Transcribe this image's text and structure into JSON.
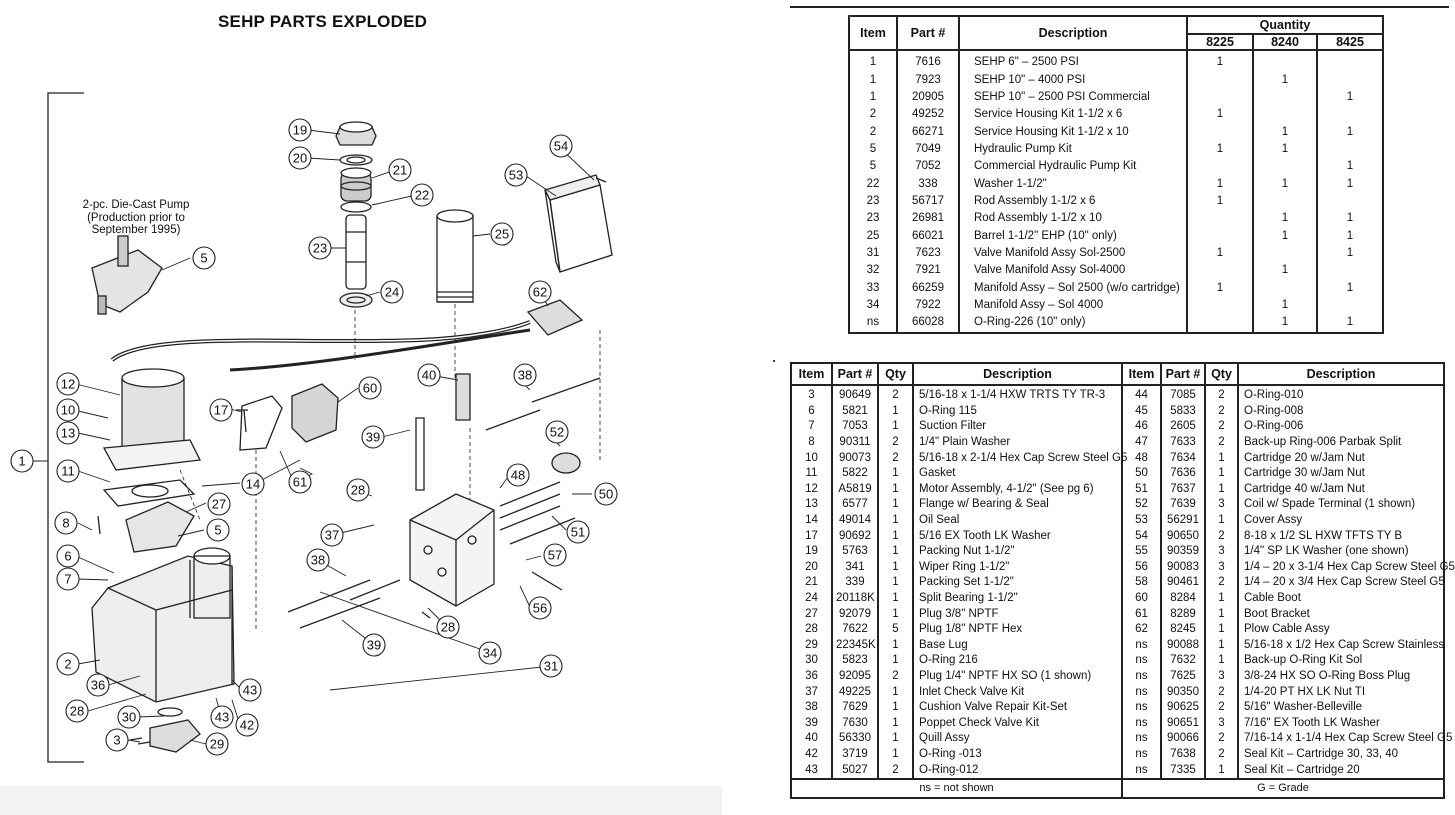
{
  "diagram": {
    "title": "SEHP PARTS EXPLODED",
    "note_lines": [
      "2-pc. Die-Cast Pump",
      "(Production prior to",
      "September 1995)"
    ],
    "callouts": [
      "19",
      "20",
      "21",
      "22",
      "23",
      "24",
      "25",
      "53",
      "54",
      "5",
      "62",
      "1",
      "12",
      "10",
      "13",
      "11",
      "14",
      "17",
      "60",
      "39",
      "40",
      "38",
      "52",
      "48",
      "50",
      "51",
      "27",
      "5",
      "8",
      "6",
      "7",
      "2",
      "36",
      "28",
      "30",
      "3",
      "29",
      "42",
      "43",
      "43",
      "28",
      "37",
      "38",
      "39",
      "57",
      "56",
      "28",
      "34",
      "31",
      "61"
    ]
  },
  "quantity_table": {
    "headers": {
      "item": "Item",
      "part": "Part #",
      "description": "Description",
      "quantity": "Quantity",
      "models": [
        "8225",
        "8240",
        "8425"
      ]
    },
    "rows": [
      {
        "item": "1",
        "part": "7616",
        "desc": "SEHP 6\" – 2500 PSI",
        "q8225": "1",
        "q8240": "",
        "q8425": ""
      },
      {
        "item": "1",
        "part": "7923",
        "desc": "SEHP 10\" – 4000 PSI",
        "q8225": "",
        "q8240": "1",
        "q8425": ""
      },
      {
        "item": "1",
        "part": "20905",
        "desc": "SEHP 10\" – 2500 PSI Commercial",
        "q8225": "",
        "q8240": "",
        "q8425": "1"
      },
      {
        "item": "2",
        "part": "49252",
        "desc": "Service Housing Kit 1-1/2 x 6",
        "q8225": "1",
        "q8240": "",
        "q8425": ""
      },
      {
        "item": "2",
        "part": "66271",
        "desc": "Service Housing Kit 1-1/2 x 10",
        "q8225": "",
        "q8240": "1",
        "q8425": "1"
      },
      {
        "item": "5",
        "part": "7049",
        "desc": "Hydraulic Pump Kit",
        "q8225": "1",
        "q8240": "1",
        "q8425": ""
      },
      {
        "item": "5",
        "part": "7052",
        "desc": "Commercial Hydraulic Pump Kit",
        "q8225": "",
        "q8240": "",
        "q8425": "1"
      },
      {
        "item": "22",
        "part": "338",
        "desc": "Washer 1-1/2\"",
        "q8225": "1",
        "q8240": "1",
        "q8425": "1"
      },
      {
        "item": "23",
        "part": "56717",
        "desc": "Rod Assembly 1-1/2 x 6",
        "q8225": "1",
        "q8240": "",
        "q8425": ""
      },
      {
        "item": "23",
        "part": "26981",
        "desc": "Rod Assembly 1-1/2 x 10",
        "q8225": "",
        "q8240": "1",
        "q8425": "1"
      },
      {
        "item": "25",
        "part": "66021",
        "desc": "Barrel 1-1/2\" EHP (10\" only)",
        "q8225": "",
        "q8240": "1",
        "q8425": "1"
      },
      {
        "item": "31",
        "part": "7623",
        "desc": "Valve Manifold Assy Sol-2500",
        "q8225": "1",
        "q8240": "",
        "q8425": "1"
      },
      {
        "item": "32",
        "part": "7921",
        "desc": "Valve Manifold Assy Sol-4000",
        "q8225": "",
        "q8240": "1",
        "q8425": ""
      },
      {
        "item": "33",
        "part": "66259",
        "desc": "Manifold Assy – Sol 2500 (w/o cartridge)",
        "q8225": "1",
        "q8240": "",
        "q8425": "1"
      },
      {
        "item": "34",
        "part": "7922",
        "desc": "Manifold Assy – Sol 4000",
        "q8225": "",
        "q8240": "1",
        "q8425": ""
      },
      {
        "item": "ns",
        "part": "66028",
        "desc": "O-Ring-226 (10\" only)",
        "q8225": "",
        "q8240": "1",
        "q8425": "1"
      }
    ]
  },
  "parts_table": {
    "headers": {
      "item": "Item",
      "part": "Part #",
      "qty": "Qty",
      "description": "Description"
    },
    "footer_left": "ns = not shown",
    "footer_right": "G = Grade",
    "rows": [
      {
        "li": "3",
        "lp": "90649",
        "lq": "2",
        "ld": "5/16-18 x 1-1/4 HXW TRTS TY TR-3",
        "ri": "44",
        "rp": "7085",
        "rq": "2",
        "rd": "O-Ring-010"
      },
      {
        "li": "6",
        "lp": "5821",
        "lq": "1",
        "ld": "O-Ring 115",
        "ri": "45",
        "rp": "5833",
        "rq": "2",
        "rd": "O-Ring-008"
      },
      {
        "li": "7",
        "lp": "7053",
        "lq": "1",
        "ld": "Suction Filter",
        "ri": "46",
        "rp": "2605",
        "rq": "2",
        "rd": "O-Ring-006"
      },
      {
        "li": "8",
        "lp": "90311",
        "lq": "2",
        "ld": "1/4\" Plain Washer",
        "ri": "47",
        "rp": "7633",
        "rq": "2",
        "rd": "Back-up Ring-006 Parbak Split"
      },
      {
        "li": "10",
        "lp": "90073",
        "lq": "2",
        "ld": "5/16-18 x 2-1/4 Hex Cap Screw Steel G5",
        "ri": "48",
        "rp": "7634",
        "rq": "1",
        "rd": "Cartridge 20 w/Jam Nut"
      },
      {
        "li": "11",
        "lp": "5822",
        "lq": "1",
        "ld": "Gasket",
        "ri": "50",
        "rp": "7636",
        "rq": "1",
        "rd": "Cartridge 30 w/Jam Nut"
      },
      {
        "li": "12",
        "lp": "A5819",
        "lq": "1",
        "ld": "Motor Assembly, 4-1/2\" (See pg 6)",
        "ri": "51",
        "rp": "7637",
        "rq": "1",
        "rd": "Cartridge 40 w/Jam Nut"
      },
      {
        "li": "13",
        "lp": "6577",
        "lq": "1",
        "ld": "Flange w/ Bearing & Seal",
        "ri": "52",
        "rp": "7639",
        "rq": "3",
        "rd": "Coil w/ Spade Terminal (1 shown)"
      },
      {
        "li": "14",
        "lp": "49014",
        "lq": "1",
        "ld": "Oil Seal",
        "ri": "53",
        "rp": "56291",
        "rq": "1",
        "rd": "Cover Assy"
      },
      {
        "li": "17",
        "lp": "90692",
        "lq": "1",
        "ld": "5/16 EX Tooth LK Washer",
        "ri": "54",
        "rp": "90650",
        "rq": "2",
        "rd": "8-18 x 1/2 SL HXW TFTS TY B"
      },
      {
        "li": "19",
        "lp": "5763",
        "lq": "1",
        "ld": "Packing Nut 1-1/2\"",
        "ri": "55",
        "rp": "90359",
        "rq": "3",
        "rd": "1/4\" SP LK Washer (one shown)"
      },
      {
        "li": "20",
        "lp": "341",
        "lq": "1",
        "ld": "Wiper Ring 1-1/2\"",
        "ri": "56",
        "rp": "90083",
        "rq": "3",
        "rd": "1/4 – 20 x 3-1/4 Hex Cap Screw Steel  G5"
      },
      {
        "li": "21",
        "lp": "339",
        "lq": "1",
        "ld": "Packing Set 1-1/2\"",
        "ri": "58",
        "rp": "90461",
        "rq": "2",
        "rd": "1/4 – 20 x 3/4 Hex Cap Screw Steel G5"
      },
      {
        "li": "24",
        "lp": "20118K",
        "lq": "1",
        "ld": "Split Bearing 1-1/2\"",
        "ri": "60",
        "rp": "8284",
        "rq": "1",
        "rd": "Cable Boot"
      },
      {
        "li": "27",
        "lp": "92079",
        "lq": "1",
        "ld": "Plug 3/8\" NPTF",
        "ri": "61",
        "rp": "8289",
        "rq": "1",
        "rd": "Boot Bracket"
      },
      {
        "li": "28",
        "lp": "7622",
        "lq": "5",
        "ld": "Plug 1/8\" NPTF Hex",
        "ri": "62",
        "rp": "8245",
        "rq": "1",
        "rd": "Plow Cable Assy"
      },
      {
        "li": "29",
        "lp": "22345K",
        "lq": "1",
        "ld": "Base Lug",
        "ri": "ns",
        "rp": "90088",
        "rq": "1",
        "rd": "5/16-18 x 1/2 Hex Cap Screw Stainless"
      },
      {
        "li": "30",
        "lp": "5823",
        "lq": "1",
        "ld": "O-Ring 216",
        "ri": "ns",
        "rp": "7632",
        "rq": "1",
        "rd": "Back-up O-Ring Kit Sol"
      },
      {
        "li": "36",
        "lp": "92095",
        "lq": "2",
        "ld": "Plug 1/4\" NPTF HX SO (1 shown)",
        "ri": "ns",
        "rp": "7625",
        "rq": "3",
        "rd": "3/8-24 HX SO O-Ring Boss Plug"
      },
      {
        "li": "37",
        "lp": "49225",
        "lq": "1",
        "ld": "Inlet Check Valve Kit",
        "ri": "ns",
        "rp": "90350",
        "rq": "2",
        "rd": "1/4-20 PT HX LK Nut TI"
      },
      {
        "li": "38",
        "lp": "7629",
        "lq": "1",
        "ld": "Cushion Valve Repair Kit-Set",
        "ri": "ns",
        "rp": "90625",
        "rq": "2",
        "rd": "5/16\" Washer-Belleville"
      },
      {
        "li": "39",
        "lp": "7630",
        "lq": "1",
        "ld": "Poppet Check Valve Kit",
        "ri": "ns",
        "rp": "90651",
        "rq": "3",
        "rd": "7/16\" EX Tooth LK Washer"
      },
      {
        "li": "40",
        "lp": "56330",
        "lq": "1",
        "ld": "Quill Assy",
        "ri": "ns",
        "rp": "90066",
        "rq": "2",
        "rd": "7/16-14 x 1-1/4 Hex Cap Screw Steel G5"
      },
      {
        "li": "42",
        "lp": "3719",
        "lq": "1",
        "ld": "O-Ring -013",
        "ri": "ns",
        "rp": "7638",
        "rq": "2",
        "rd": "Seal Kit – Cartridge 30, 33, 40"
      },
      {
        "li": "43",
        "lp": "5027",
        "lq": "2",
        "ld": "O-Ring-012",
        "ri": "ns",
        "rp": "7335",
        "rq": "1",
        "rd": "Seal Kit – Cartridge 20"
      }
    ]
  }
}
